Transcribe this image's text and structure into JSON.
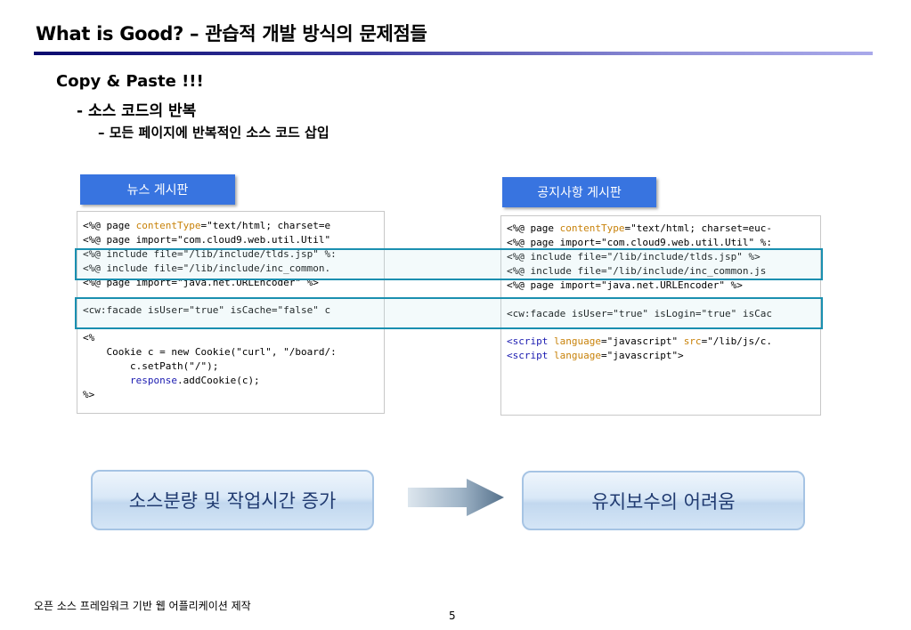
{
  "slide": {
    "title": "What is Good? – 관습적 개발 방식의 문제점들",
    "heading1": "Copy & Paste !!!",
    "heading2": "- 소스 코드의 반복",
    "heading3": "– 모든 페이지에 반복적인 소스 코드 삽입",
    "left_label": "뉴스 게시판",
    "right_label": "공지사항 게시판",
    "left_code": {
      "l1": {
        "a": "<%@ page ",
        "b": "contentType",
        "c": "=\"text/html; charset=e"
      },
      "l2": "<%@ page import=\"com.cloud9.web.util.Util\"",
      "l3": "<%@ include file=\"/lib/include/tlds.jsp\" %:",
      "l4": "<%@ include file=\"/lib/include/inc_common.",
      "l5": "<%@ page import=\"java.net.URLEncoder\" %>",
      "l6": "<cw:facade isUser=\"true\" isCache=\"false\" c",
      "l7": "<%",
      "l8": "    Cookie c = new Cookie(\"curl\", \"/board/:",
      "l9": "        c.setPath(\"/\");",
      "l10": {
        "a": "        ",
        "b": "response",
        "c": ".addCookie(c);"
      },
      "l11": "%>"
    },
    "right_code": {
      "l1": {
        "a": "<%@ page ",
        "b": "contentType",
        "c": "=\"text/html; charset=euc-"
      },
      "l2": "<%@ page import=\"com.cloud9.web.util.Util\" %:",
      "l3": "<%@ include file=\"/lib/include/tlds.jsp\" %>",
      "l4": "<%@ include file=\"/lib/include/inc_common.js",
      "l5": "<%@ page import=\"java.net.URLEncoder\" %>",
      "l6": "<cw:facade isUser=\"true\" isLogin=\"true\" isCac",
      "l7": {
        "a": "<script ",
        "b": "language",
        "c": "=\"javascript\" ",
        "d": "src",
        "e": "=\"/lib/js/c."
      },
      "l8": {
        "a": "<script ",
        "b": "language",
        "c": "=\"javascript\">"
      }
    },
    "left_result": "소스분량 및 작업시간 증가",
    "right_result": "유지보수의 어려움",
    "footer": "오픈 소스 프레임워크 기반 웹 어플리케이션 제작",
    "page_number": "5"
  },
  "colors": {
    "label_fill": "#3874e0",
    "highlight_border": "#1a8fb0",
    "keyword": "#c8820a",
    "script_tag": "#1a1ab0"
  }
}
